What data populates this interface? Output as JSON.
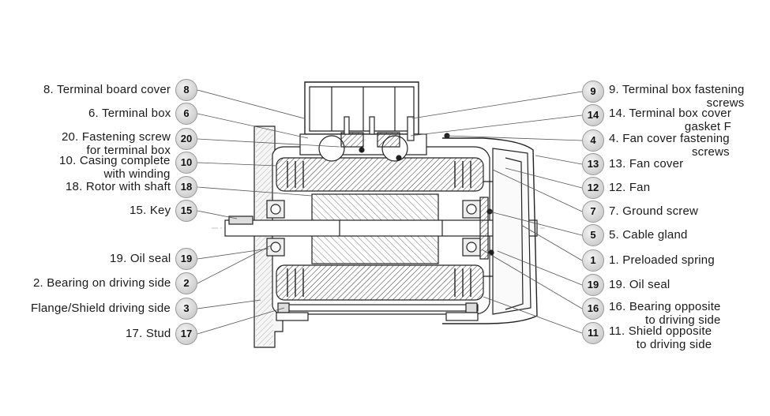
{
  "labels_left": [
    {
      "num": "8",
      "text": [
        "8.  Terminal board cover"
      ]
    },
    {
      "num": "6",
      "text": [
        "6.  Terminal box"
      ]
    },
    {
      "num": "20",
      "text": [
        "20.  Fastening screw",
        "for terminal box"
      ]
    },
    {
      "num": "10",
      "text": [
        "10.  Casing complete",
        "with winding"
      ]
    },
    {
      "num": "18",
      "text": [
        "18.  Rotor with shaft"
      ]
    },
    {
      "num": "15",
      "text": [
        "15.  Key"
      ]
    },
    {
      "num": "19",
      "text": [
        "19.  Oil seal"
      ]
    },
    {
      "num": "2",
      "text": [
        "2.  Bearing on driving side"
      ]
    },
    {
      "num": "3",
      "text": [
        "Flange/Shield driving side"
      ]
    },
    {
      "num": "17",
      "text": [
        "17.  Stud"
      ]
    }
  ],
  "labels_right": [
    {
      "num": "9",
      "text": [
        "9.  Terminal box fastening",
        "screws"
      ]
    },
    {
      "num": "14",
      "text": [
        "14.  Terminal box cover",
        "gasket F"
      ]
    },
    {
      "num": "4",
      "text": [
        "4.  Fan cover fastening",
        "screws"
      ]
    },
    {
      "num": "13",
      "text": [
        "13.  Fan cover"
      ]
    },
    {
      "num": "12",
      "text": [
        "12.  Fan"
      ]
    },
    {
      "num": "7",
      "text": [
        "7.  Ground screw"
      ]
    },
    {
      "num": "5",
      "text": [
        "5.  Cable gland"
      ]
    },
    {
      "num": "1",
      "text": [
        "1.  Preloaded spring"
      ]
    },
    {
      "num": "19",
      "text": [
        "19.  Oil seal"
      ]
    },
    {
      "num": "16",
      "text": [
        "16.  Bearing opposite",
        "to driving side"
      ]
    },
    {
      "num": "11",
      "text": [
        "11.  Shield opposite",
        "to driving side"
      ]
    }
  ]
}
